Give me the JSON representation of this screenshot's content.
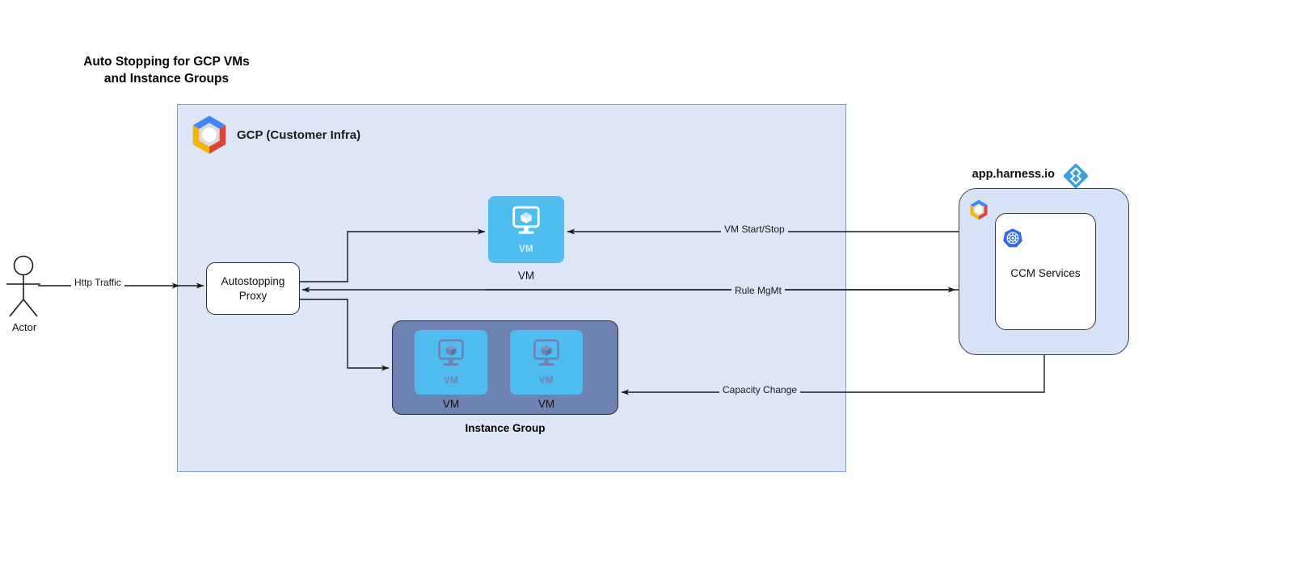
{
  "title": "Auto Stopping for GCP VMs\nand Instance Groups",
  "gcp_panel": {
    "title": "GCP (Customer Infra)",
    "logo_icon": "gcp-hexagon-logo",
    "fill_color": "#dde6f7",
    "border_color": "#7d98c9"
  },
  "actor": {
    "label": "Actor",
    "icon": "stick-figure-actor-icon"
  },
  "proxy": {
    "label": "Autostopping\nProxy"
  },
  "vm_standalone": {
    "tile_caption": "VM",
    "label": "VM",
    "icon": "vm-monitor-cube-icon",
    "fill_color": "#4fbdef"
  },
  "instance_group": {
    "caption": "Instance Group",
    "fill_color": "#6e82b4",
    "vms": [
      {
        "tile_caption": "VM",
        "label": "VM",
        "icon": "vm-monitor-cube-icon"
      },
      {
        "tile_caption": "VM",
        "label": "VM",
        "icon": "vm-monitor-cube-icon"
      }
    ]
  },
  "harness": {
    "title": "app.harness.io",
    "logo_icon": "harness-diamond-logo",
    "gcp_badge_icon": "gcp-hexagon-logo",
    "kubernetes_icon": "kubernetes-helm-icon",
    "service_label": "CCM Services",
    "fill_color": "#d6e2f6"
  },
  "edges": [
    {
      "name": "http-traffic",
      "label": "Http Traffic"
    },
    {
      "name": "vm-start-stop",
      "label": "VM Start/Stop"
    },
    {
      "name": "rule-mgmt",
      "label": "Rule MgMt"
    },
    {
      "name": "capacity-change",
      "label": "Capacity Change"
    }
  ]
}
